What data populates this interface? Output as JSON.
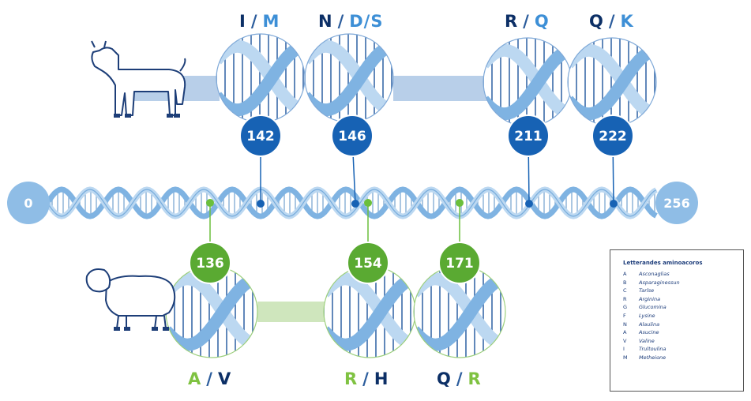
{
  "chromosome": {
    "start": "0",
    "end": "256"
  },
  "goat_variants": [
    {
      "position": "142",
      "ref": "I",
      "alt": "M"
    },
    {
      "position": "146",
      "ref": "N",
      "alt": "D/S"
    },
    {
      "position": "211",
      "ref": "R",
      "alt": "Q"
    },
    {
      "position": "222",
      "ref": "Q",
      "alt": "K"
    }
  ],
  "sheep_variants": [
    {
      "position": "136",
      "ref": "A",
      "alt": "V"
    },
    {
      "position": "154",
      "ref": "R",
      "alt": "H"
    },
    {
      "position": "171",
      "ref": "Q",
      "alt": "R"
    }
  ],
  "legend": {
    "title": "Letterandes aminoacoros",
    "rows": [
      {
        "code": "A",
        "name": "Asconaglias"
      },
      {
        "code": "B",
        "name": "Asparaginessun"
      },
      {
        "code": "C",
        "name": "Tarlse"
      },
      {
        "code": "R",
        "name": "Arginina"
      },
      {
        "code": "G",
        "name": "Glucomina"
      },
      {
        "code": "F",
        "name": "Lysine"
      },
      {
        "code": "N",
        "name": "Alaulina"
      },
      {
        "code": "A",
        "name": "Asucine"
      },
      {
        "code": "V",
        "name": "Valine"
      },
      {
        "code": "I",
        "name": "Trultoulina"
      },
      {
        "code": "M",
        "name": "Metheione"
      }
    ]
  },
  "colors": {
    "goat_marker": "#1762b4",
    "sheep_marker": "#5aaa32",
    "strand_light": "#bcd8f1",
    "strand_mid": "#7fb3e2",
    "strand_dark": "#4a8fcf",
    "bar_goat": "#b8cfe9",
    "bar_sheep": "#cfe6bd",
    "end_cap": "#8fbde6"
  },
  "icons": [
    "goat-icon",
    "sheep-icon"
  ]
}
